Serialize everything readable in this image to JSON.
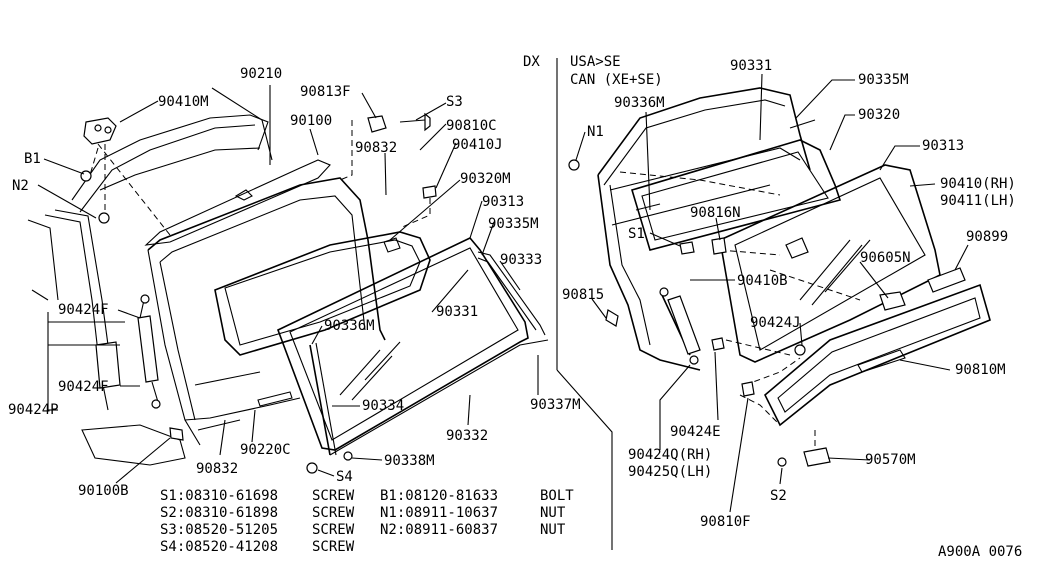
{
  "variant_dx": "DX",
  "variant_se_1": "USA>SE",
  "variant_se_2": "CAN (XE+SE)",
  "drawing_id": "A900A 0076",
  "labels": {
    "l90210": "90210",
    "l90410M": "90410M",
    "l90813F": "90813F",
    "lS3": "S3",
    "l90100": "90100",
    "l90810C": "90810C",
    "lB1": "B1",
    "l90832a": "90832",
    "l90410J": "90410J",
    "lN2": "N2",
    "l90320M": "90320M",
    "l90313a": "90313",
    "l90335Ma": "90335M",
    "l90333": "90333",
    "l90424Fa": "90424F",
    "l90331a": "90331",
    "l90336Ma": "90336M",
    "l90424Fb": "90424F",
    "l90424P": "90424P",
    "l90334": "90334",
    "l90337M": "90337M",
    "l90220C": "90220C",
    "l90332": "90332",
    "l90832b": "90832",
    "l90338M": "90338M",
    "lS4": "S4",
    "l90100B": "90100B",
    "l90331b": "90331",
    "l90335Mb": "90335M",
    "l90336Mb": "90336M",
    "l90320": "90320",
    "lN1": "N1",
    "l90313b": "90313",
    "l90410RH": "90410(RH)",
    "l90411LH": "90411(LH)",
    "l90816N": "90816N",
    "lS1": "S1",
    "l90899": "90899",
    "l90605N": "90605N",
    "l90410B": "90410B",
    "l90815": "90815",
    "l90424J": "90424J",
    "l90810M": "90810M",
    "l90424E": "90424E",
    "l90424Q": "90424Q(RH)",
    "l90425Q": "90425Q(LH)",
    "l90570M": "90570M",
    "lS2": "S2",
    "l90810F": "90810F"
  },
  "legend": [
    {
      "left_code": "S1:08310-61698",
      "left_type": "SCREW",
      "right_code": "B1:08120-81633",
      "right_type": "BOLT"
    },
    {
      "left_code": "S2:08310-61898",
      "left_type": "SCREW",
      "right_code": "N1:08911-10637",
      "right_type": "NUT"
    },
    {
      "left_code": "S3:08520-51205",
      "left_type": "SCREW",
      "right_code": "N2:08911-60837",
      "right_type": "NUT"
    },
    {
      "left_code": "S4:08520-41208",
      "left_type": "SCREW",
      "right_code": "",
      "right_type": ""
    }
  ]
}
